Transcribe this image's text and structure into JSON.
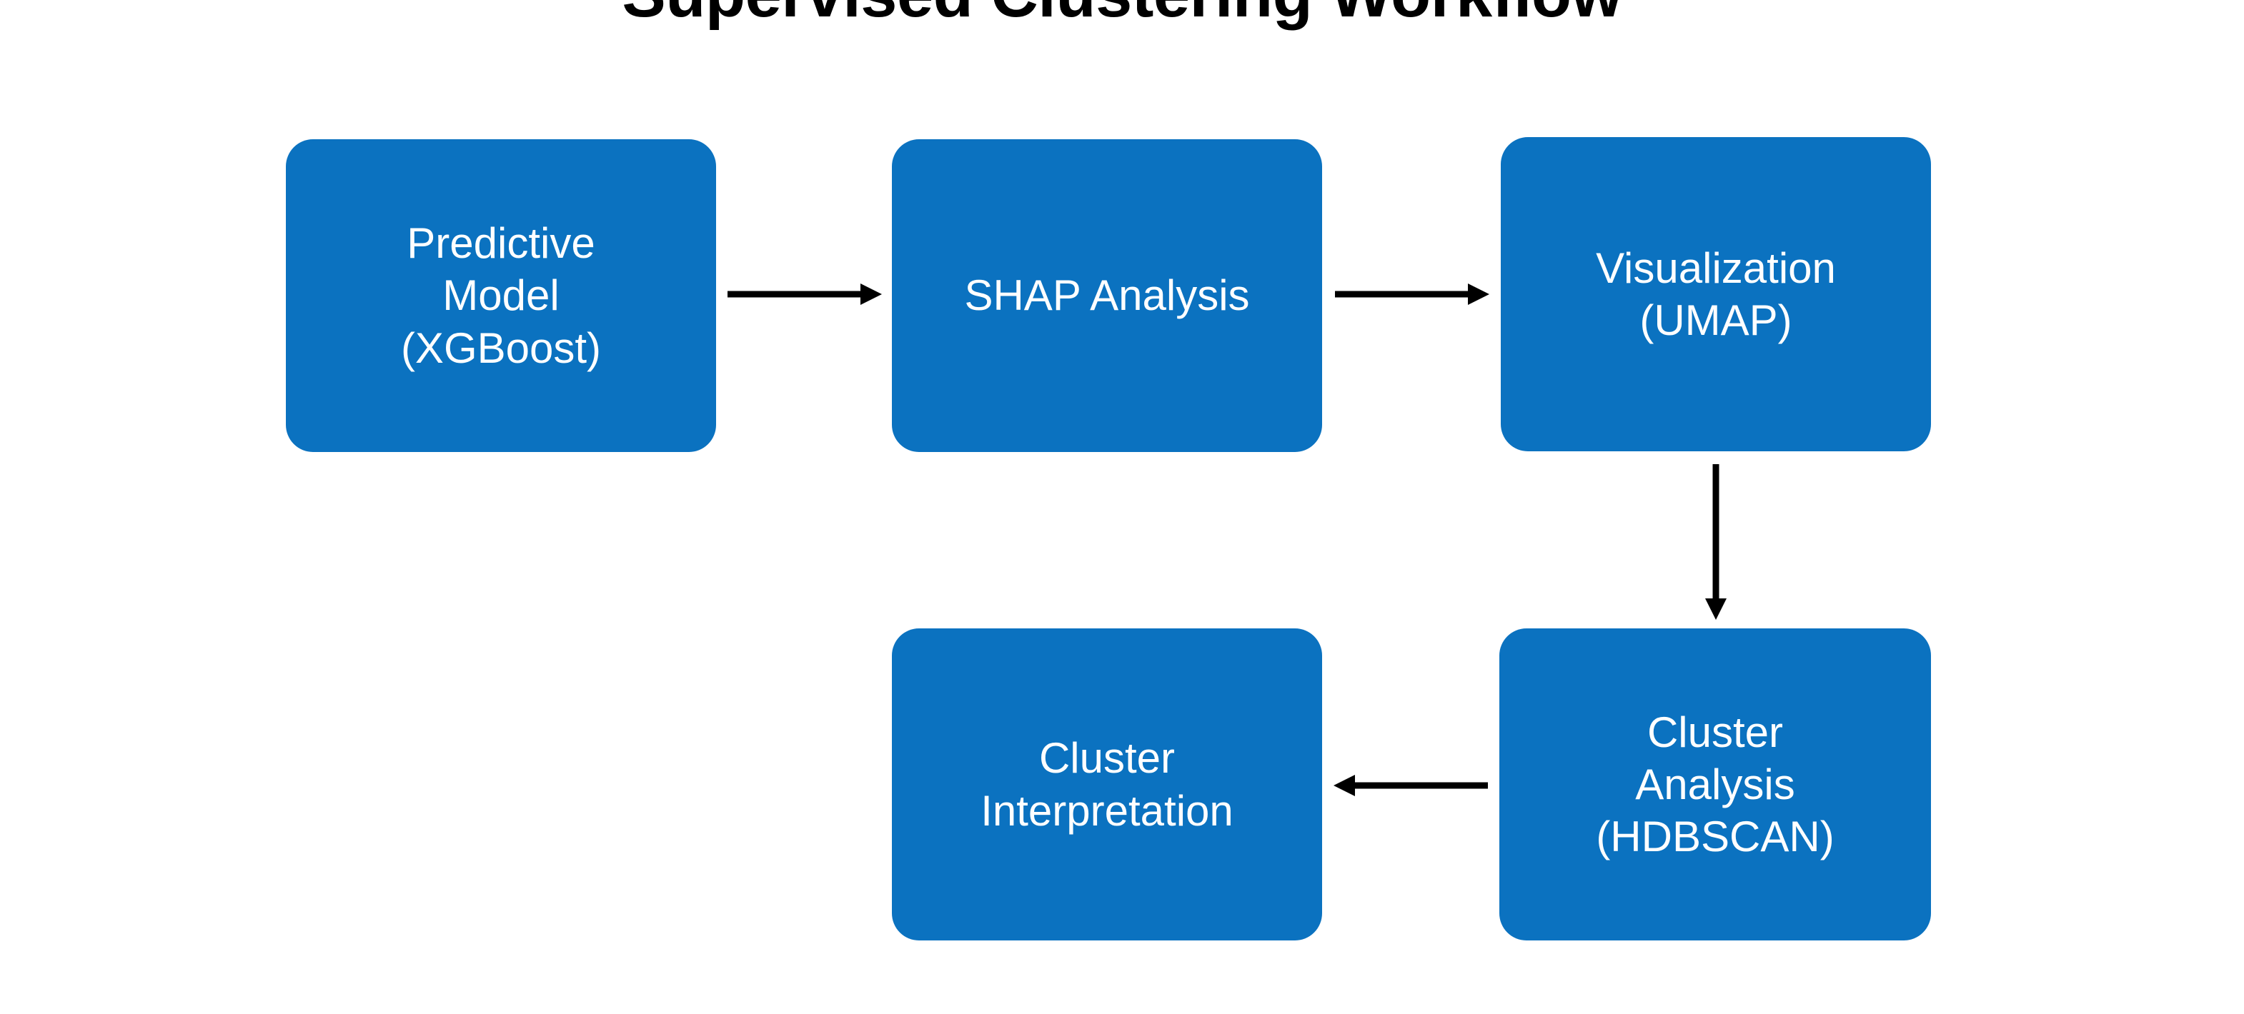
{
  "title": "Supervised Clustering Workflow",
  "theme": {
    "node_fill": "#0B72C0",
    "node_text": "#FFFFFF",
    "arrow_color": "#000000",
    "background": "#FFFFFF",
    "title_color": "#000000"
  },
  "nodes": [
    {
      "id": "predictive-model",
      "label": "Predictive\nModel\n(XGBoost)"
    },
    {
      "id": "shap-analysis",
      "label": "SHAP Analysis"
    },
    {
      "id": "visualization",
      "label": "Visualization\n(UMAP)"
    },
    {
      "id": "cluster-analysis",
      "label": "Cluster\nAnalysis\n(HDBSCAN)"
    },
    {
      "id": "cluster-interpretation",
      "label": "Cluster\nInterpretation"
    }
  ],
  "edges": [
    {
      "id": "model-to-shap",
      "from": "predictive-model",
      "to": "shap-analysis",
      "direction": "right"
    },
    {
      "id": "shap-to-viz",
      "from": "shap-analysis",
      "to": "visualization",
      "direction": "right"
    },
    {
      "id": "viz-to-cluster",
      "from": "visualization",
      "to": "cluster-analysis",
      "direction": "down"
    },
    {
      "id": "cluster-to-interp",
      "from": "cluster-analysis",
      "to": "cluster-interpretation",
      "direction": "left"
    }
  ]
}
